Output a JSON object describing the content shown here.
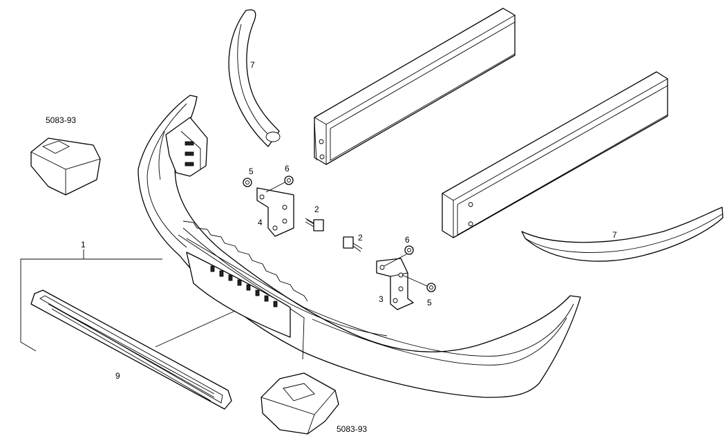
{
  "diagram": {
    "callouts": {
      "part_5083_93_top": "5083-93",
      "part_5083_93_bottom": "5083-93",
      "bracket_7_top": "7",
      "bracket_7_right": "7",
      "nut_5_left": "5",
      "nut_6_left": "6",
      "bolt_2_right": "2",
      "bracket_4": "4",
      "bolt_2_center": "2",
      "nut_6_right": "6",
      "bracket_3": "3",
      "nut_5_right": "5",
      "bumper_assembly_1": "1",
      "step_pad_9": "9"
    }
  }
}
